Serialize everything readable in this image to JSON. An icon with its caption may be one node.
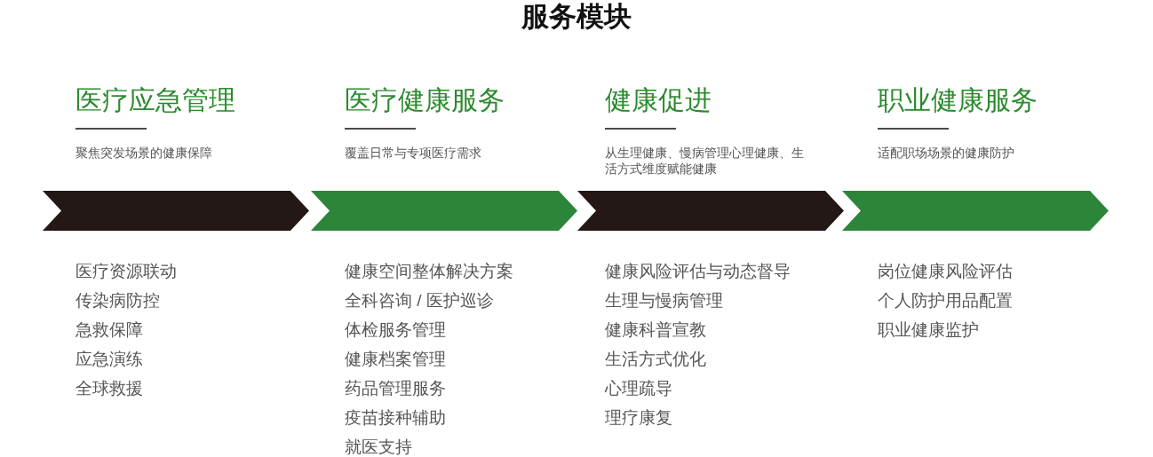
{
  "diagram": {
    "title": "服务模块",
    "nodes": [
      {
        "text": [],
        "shape": "chevron",
        "beside": [
          "医疗应急管理",
          "聚焦突发场景的健康保障",
          "医疗资源联动",
          "传染病防控",
          "急救保障",
          "应急演练",
          "全球救援"
        ]
      },
      {
        "text": [],
        "shape": "chevron",
        "beside": [
          "医疗健康服务",
          "覆盖日常与专项医疗需求",
          "健康空间整体解决方案",
          "全科咨询 / 医护巡诊",
          "体检服务管理",
          "健康档案管理",
          "药品管理服务",
          "疫苗接种辅助",
          "就医支持"
        ]
      },
      {
        "text": [],
        "shape": "chevron",
        "beside": [
          "健康促进",
          "从生理健康、慢病管理心理健康、生活方式维度赋能健康",
          "健康风险评估与动态督导",
          "生理与慢病管理",
          "健康科普宣教",
          "生活方式优化",
          "心理疏导",
          "理疗康复"
        ]
      },
      {
        "text": [],
        "shape": "chevron",
        "beside": [
          "职业健康服务",
          "适配职场场景的健康防护",
          "岗位健康风险评估",
          "个人防护用品配置",
          "职业健康监护"
        ]
      }
    ]
  }
}
